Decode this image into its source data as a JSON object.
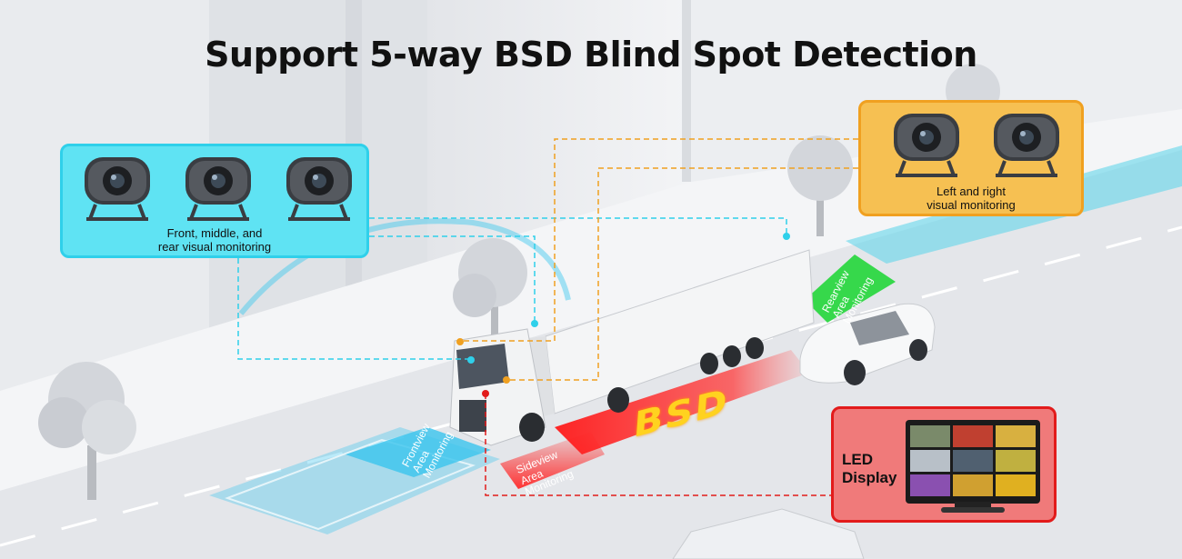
{
  "title": "Support 5-way BSD Blind Spot Detection",
  "front_box": {
    "caption_line1": "Front, middle, and",
    "caption_line2": "rear visual monitoring",
    "cameras": 3
  },
  "side_box": {
    "caption_line1": "Left and right",
    "caption_line2": "visual monitoring",
    "cameras": 2
  },
  "display_box": {
    "label_line1": "LED",
    "label_line2": "Display"
  },
  "zones": {
    "frontview": {
      "line1": "Frontview",
      "line2": "Area",
      "line3": "Monitoring"
    },
    "sideview": {
      "line1": "Sideview",
      "line2": "Area",
      "line3": "Monitoring"
    },
    "rearview": {
      "line1": "Rearview",
      "line2": "Area",
      "line3": "Monitoring"
    },
    "bsd": "BSD"
  },
  "colors": {
    "cyan": "#2fd0ea",
    "yellow": "#f0a020",
    "red": "#e21b1b",
    "green": "#22d63a"
  },
  "icons": [
    "camera-icon",
    "truck",
    "car",
    "tree",
    "led-monitor"
  ]
}
